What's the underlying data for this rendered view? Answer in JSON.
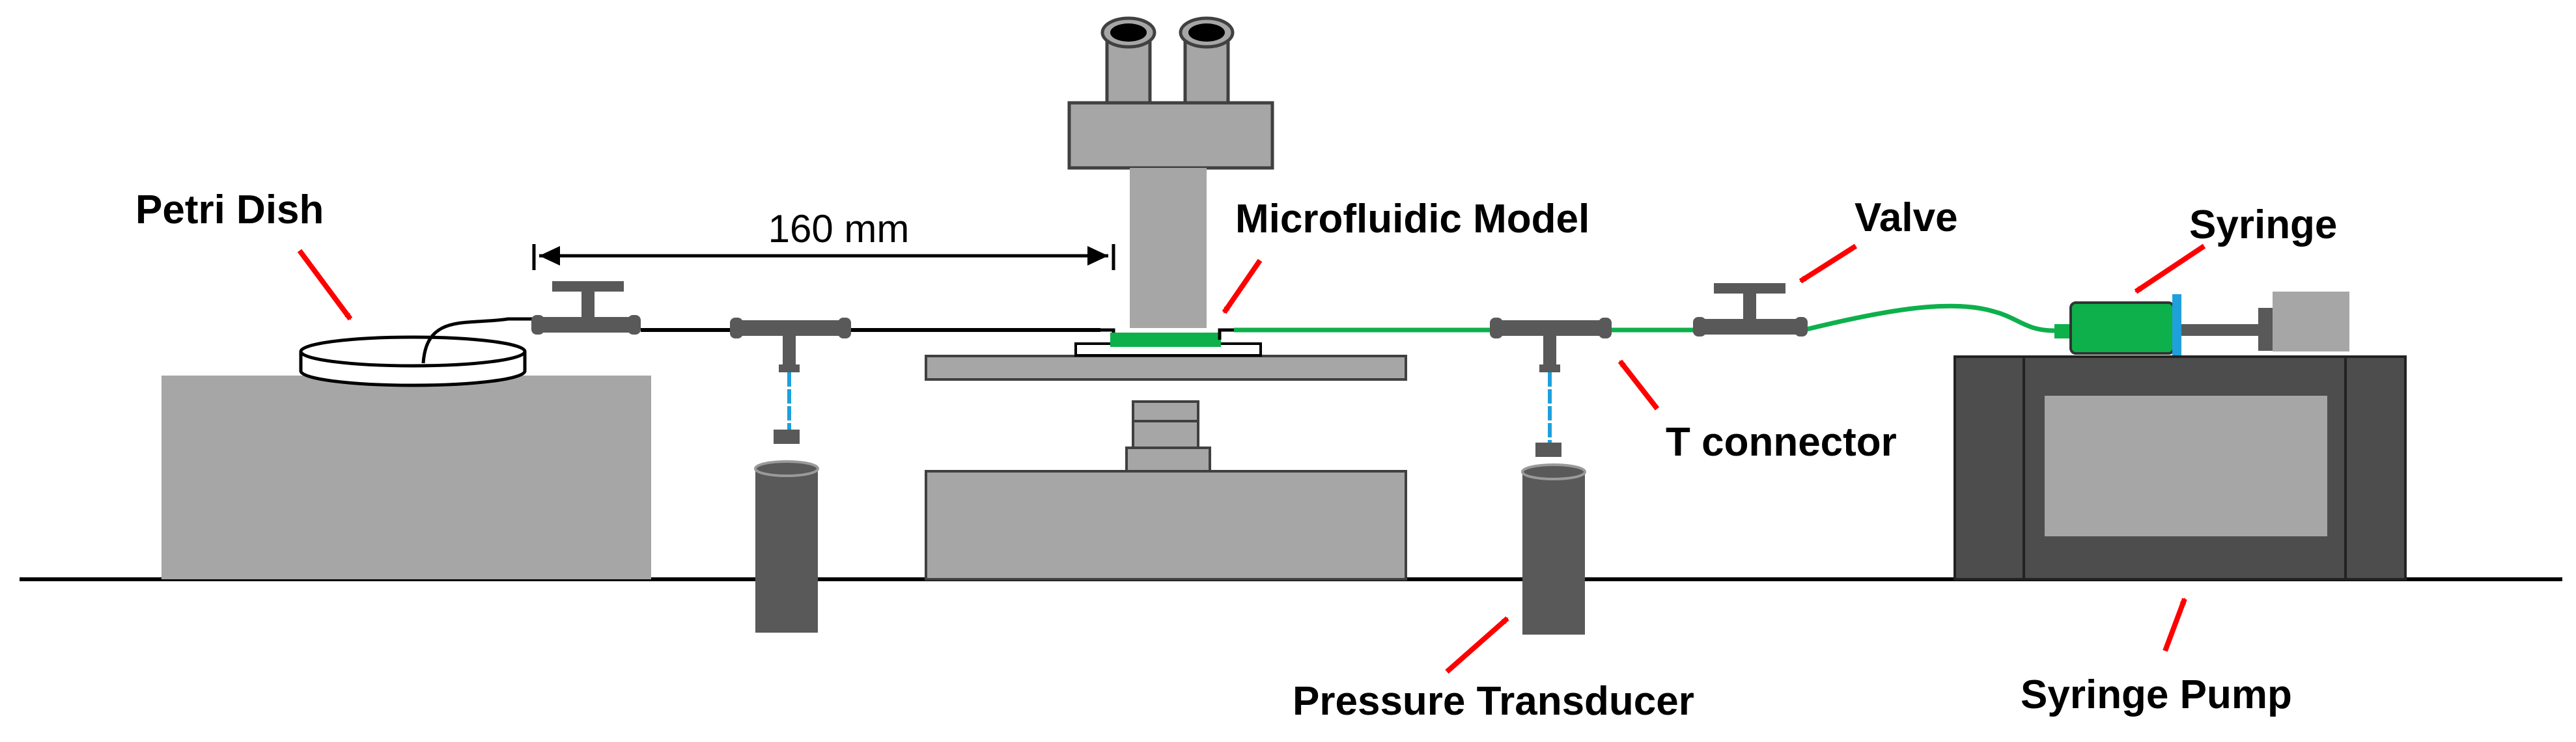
{
  "labels": {
    "petri_dish": "Petri Dish",
    "dimension": "160 mm",
    "microfluidic_model": "Microfluidic Model",
    "valve": "Valve",
    "syringe": "Syringe",
    "t_connector": "T connector",
    "pressure_transducer": "Pressure Transducer",
    "syringe_pump": "Syringe Pump"
  },
  "colors": {
    "tube_fluid": "#0db04b",
    "transducer_line": "#1fa0dc",
    "arrow": "#ff0000",
    "dark_part": "#595959",
    "light_part": "#a6a6a6",
    "pump_body": "#4d4d4d"
  }
}
